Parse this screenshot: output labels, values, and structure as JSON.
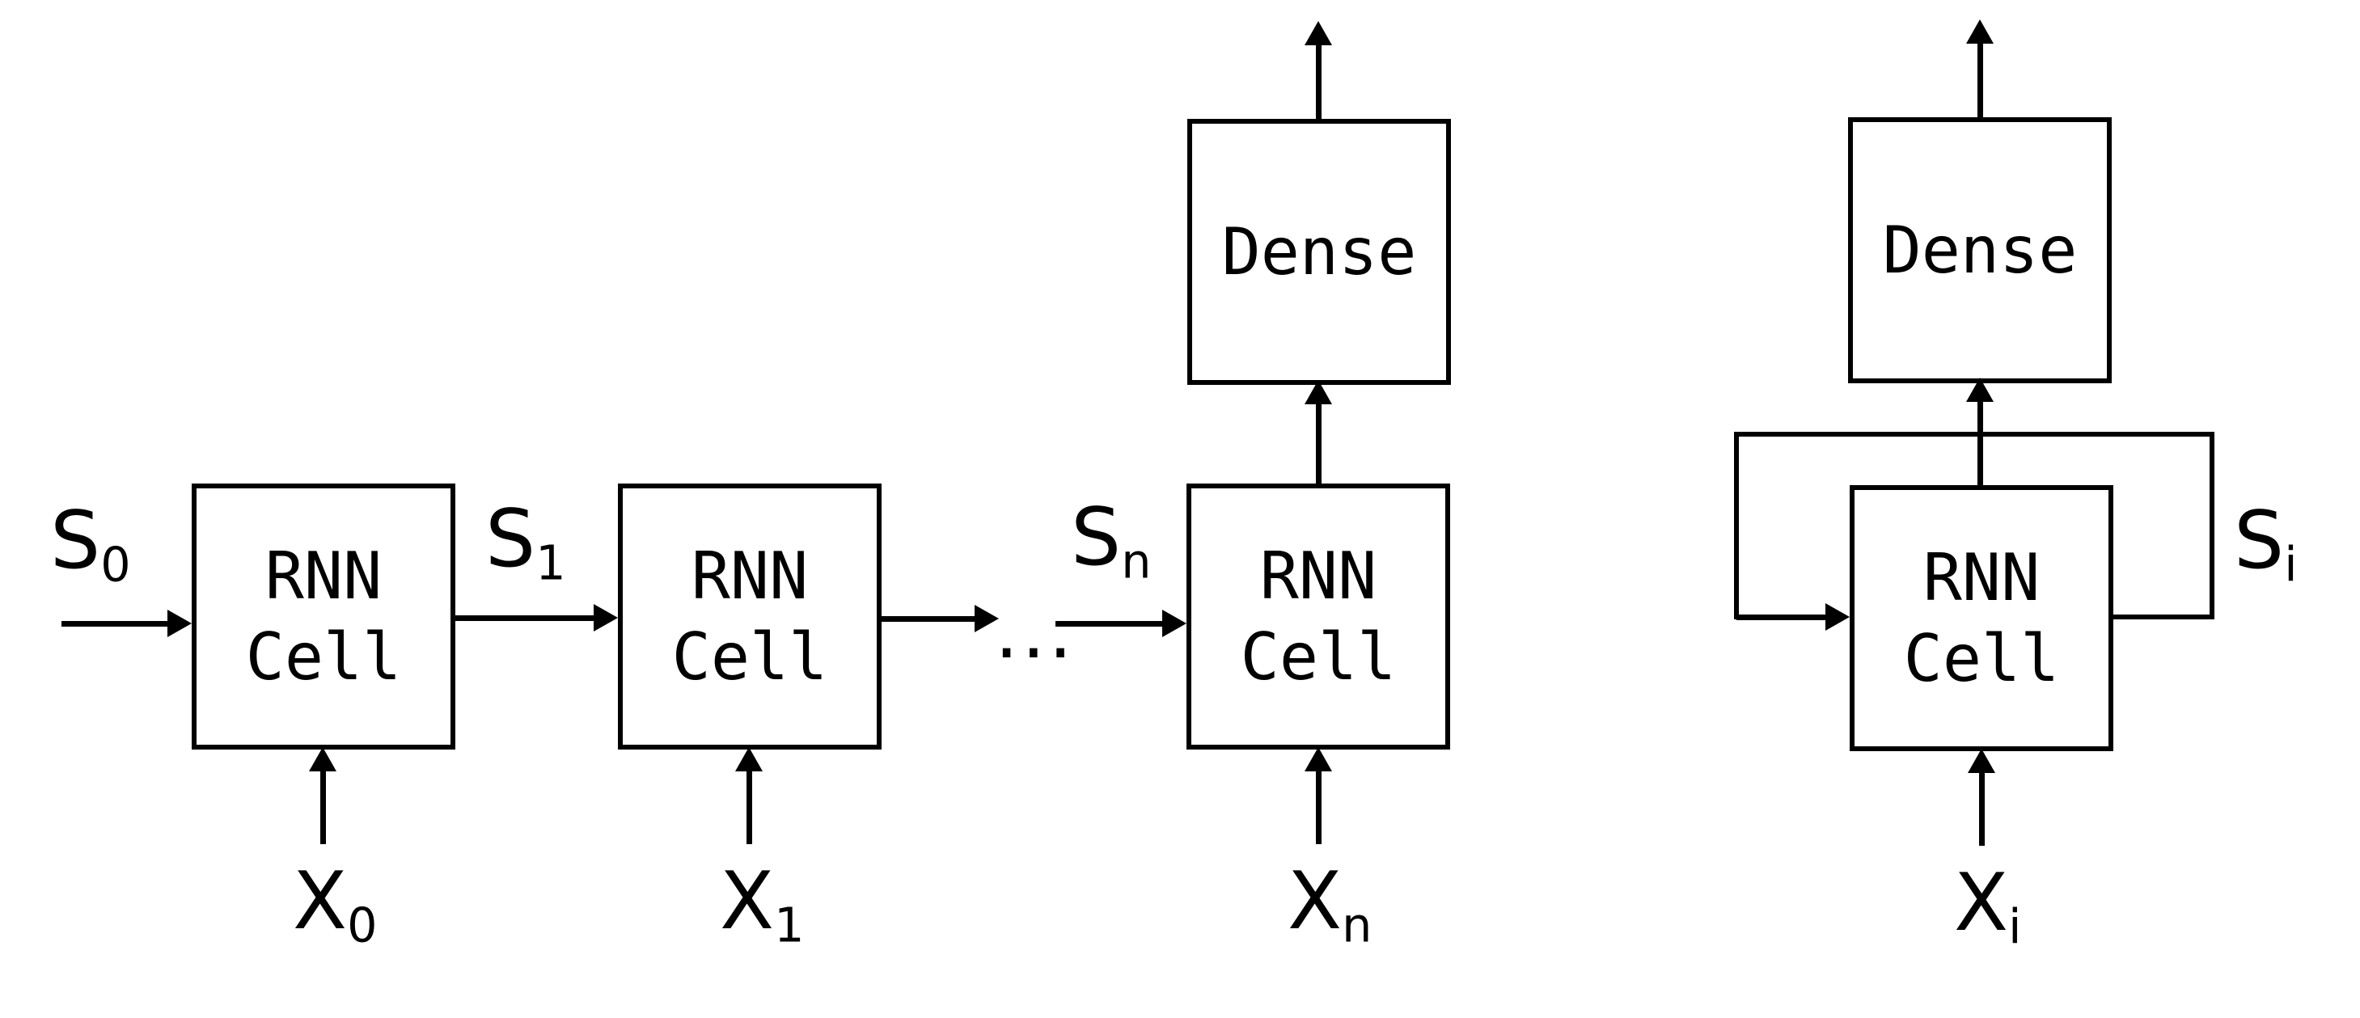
{
  "colors": {
    "stroke": "#000000",
    "background": "#ffffff"
  },
  "unrolled": {
    "cells": [
      {
        "line1": "RNN",
        "line2": "Cell"
      },
      {
        "line1": "RNN",
        "line2": "Cell"
      },
      {
        "line1": "RNN",
        "line2": "Cell"
      }
    ],
    "dense": {
      "label": "Dense"
    },
    "states": [
      {
        "base": "S",
        "sub": "0"
      },
      {
        "base": "S",
        "sub": "1"
      },
      {
        "base": "S",
        "sub": "n"
      }
    ],
    "inputs": [
      {
        "base": "X",
        "sub": "0"
      },
      {
        "base": "X",
        "sub": "1"
      },
      {
        "base": "X",
        "sub": "n"
      }
    ],
    "ellipsis": "..."
  },
  "rolled": {
    "cell": {
      "line1": "RNN",
      "line2": "Cell"
    },
    "dense": {
      "label": "Dense"
    },
    "state": {
      "base": "S",
      "sub": "i"
    },
    "input": {
      "base": "X",
      "sub": "i"
    }
  }
}
